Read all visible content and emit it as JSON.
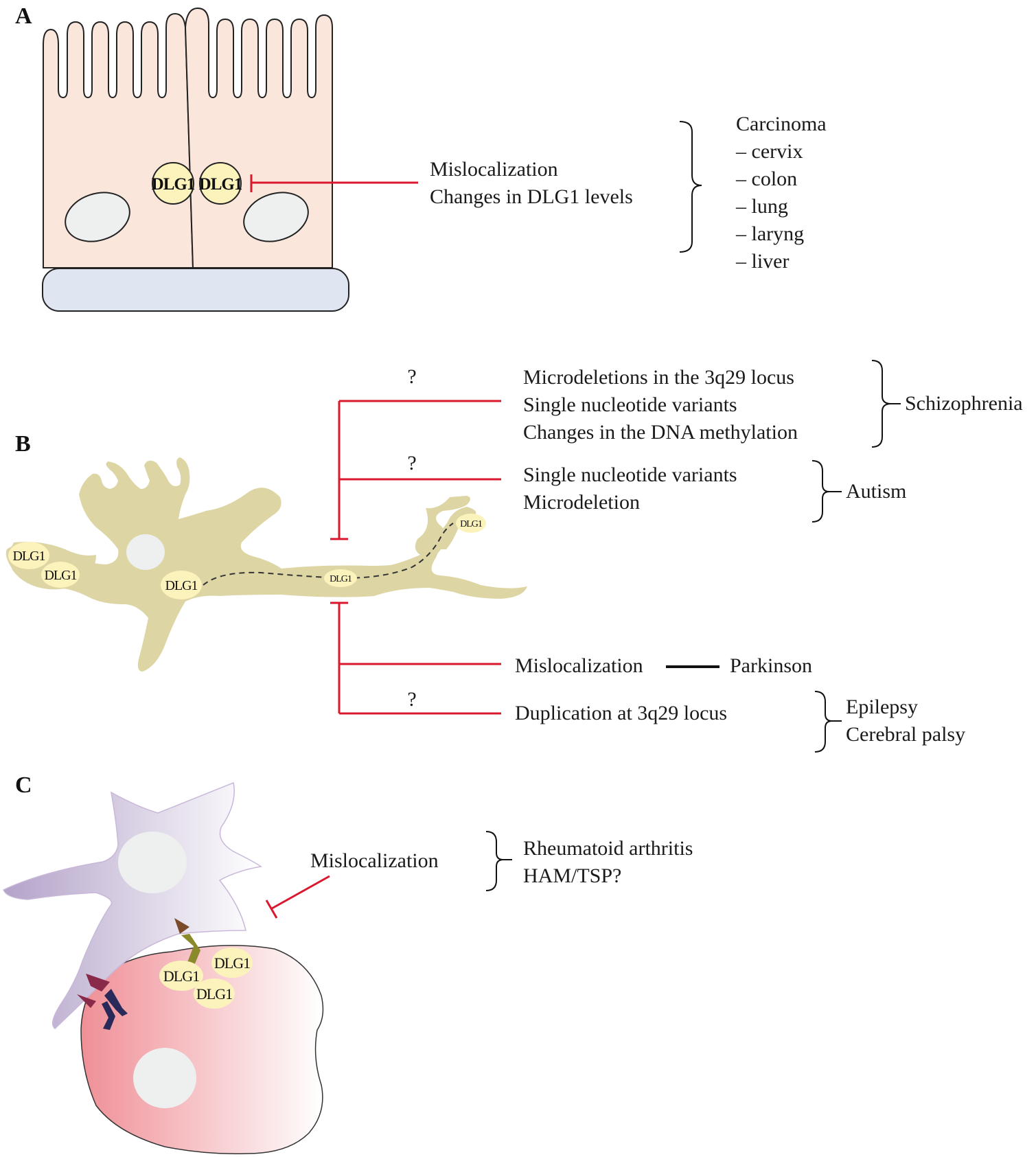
{
  "panels": {
    "a": {
      "letter": "A",
      "protein_label": "DLG1",
      "effects": [
        "Mislocalization",
        "Changes in DLG1 levels"
      ],
      "disease_header": "Carcinoma",
      "diseases": [
        "– cervix",
        "– colon",
        "– lung",
        "– laryng",
        "– liver"
      ]
    },
    "b": {
      "letter": "B",
      "protein_label": "DLG1",
      "question_mark": "?",
      "schizophrenia_causes": [
        "Microdeletions in the 3q29 locus",
        "Single nucleotide variants",
        "Changes in the DNA methylation"
      ],
      "schizophrenia": "Schizophrenia",
      "autism_causes": [
        "Single nucleotide variants",
        "Microdeletion"
      ],
      "autism": "Autism",
      "parkinson_cause": "Mislocalization",
      "parkinson": "Parkinson",
      "epilepsy_cause": "Duplication at 3q29 locus",
      "epilepsy_diseases": [
        "Epilepsy",
        "Cerebral palsy"
      ]
    },
    "c": {
      "letter": "C",
      "protein_label": "DLG1",
      "effect": "Mislocalization",
      "diseases": [
        "Rheumatoid arthritis",
        "HAM/TSP?"
      ]
    }
  },
  "colors": {
    "inhibition_line": "#d9182d",
    "epithelial_cell": "#fbe6dc",
    "basement_membrane": "#dfe6f2",
    "neuron": "#ddd5a4",
    "dlg1_circle": "#fbf2bc",
    "nucleus": "#eef0f0"
  }
}
